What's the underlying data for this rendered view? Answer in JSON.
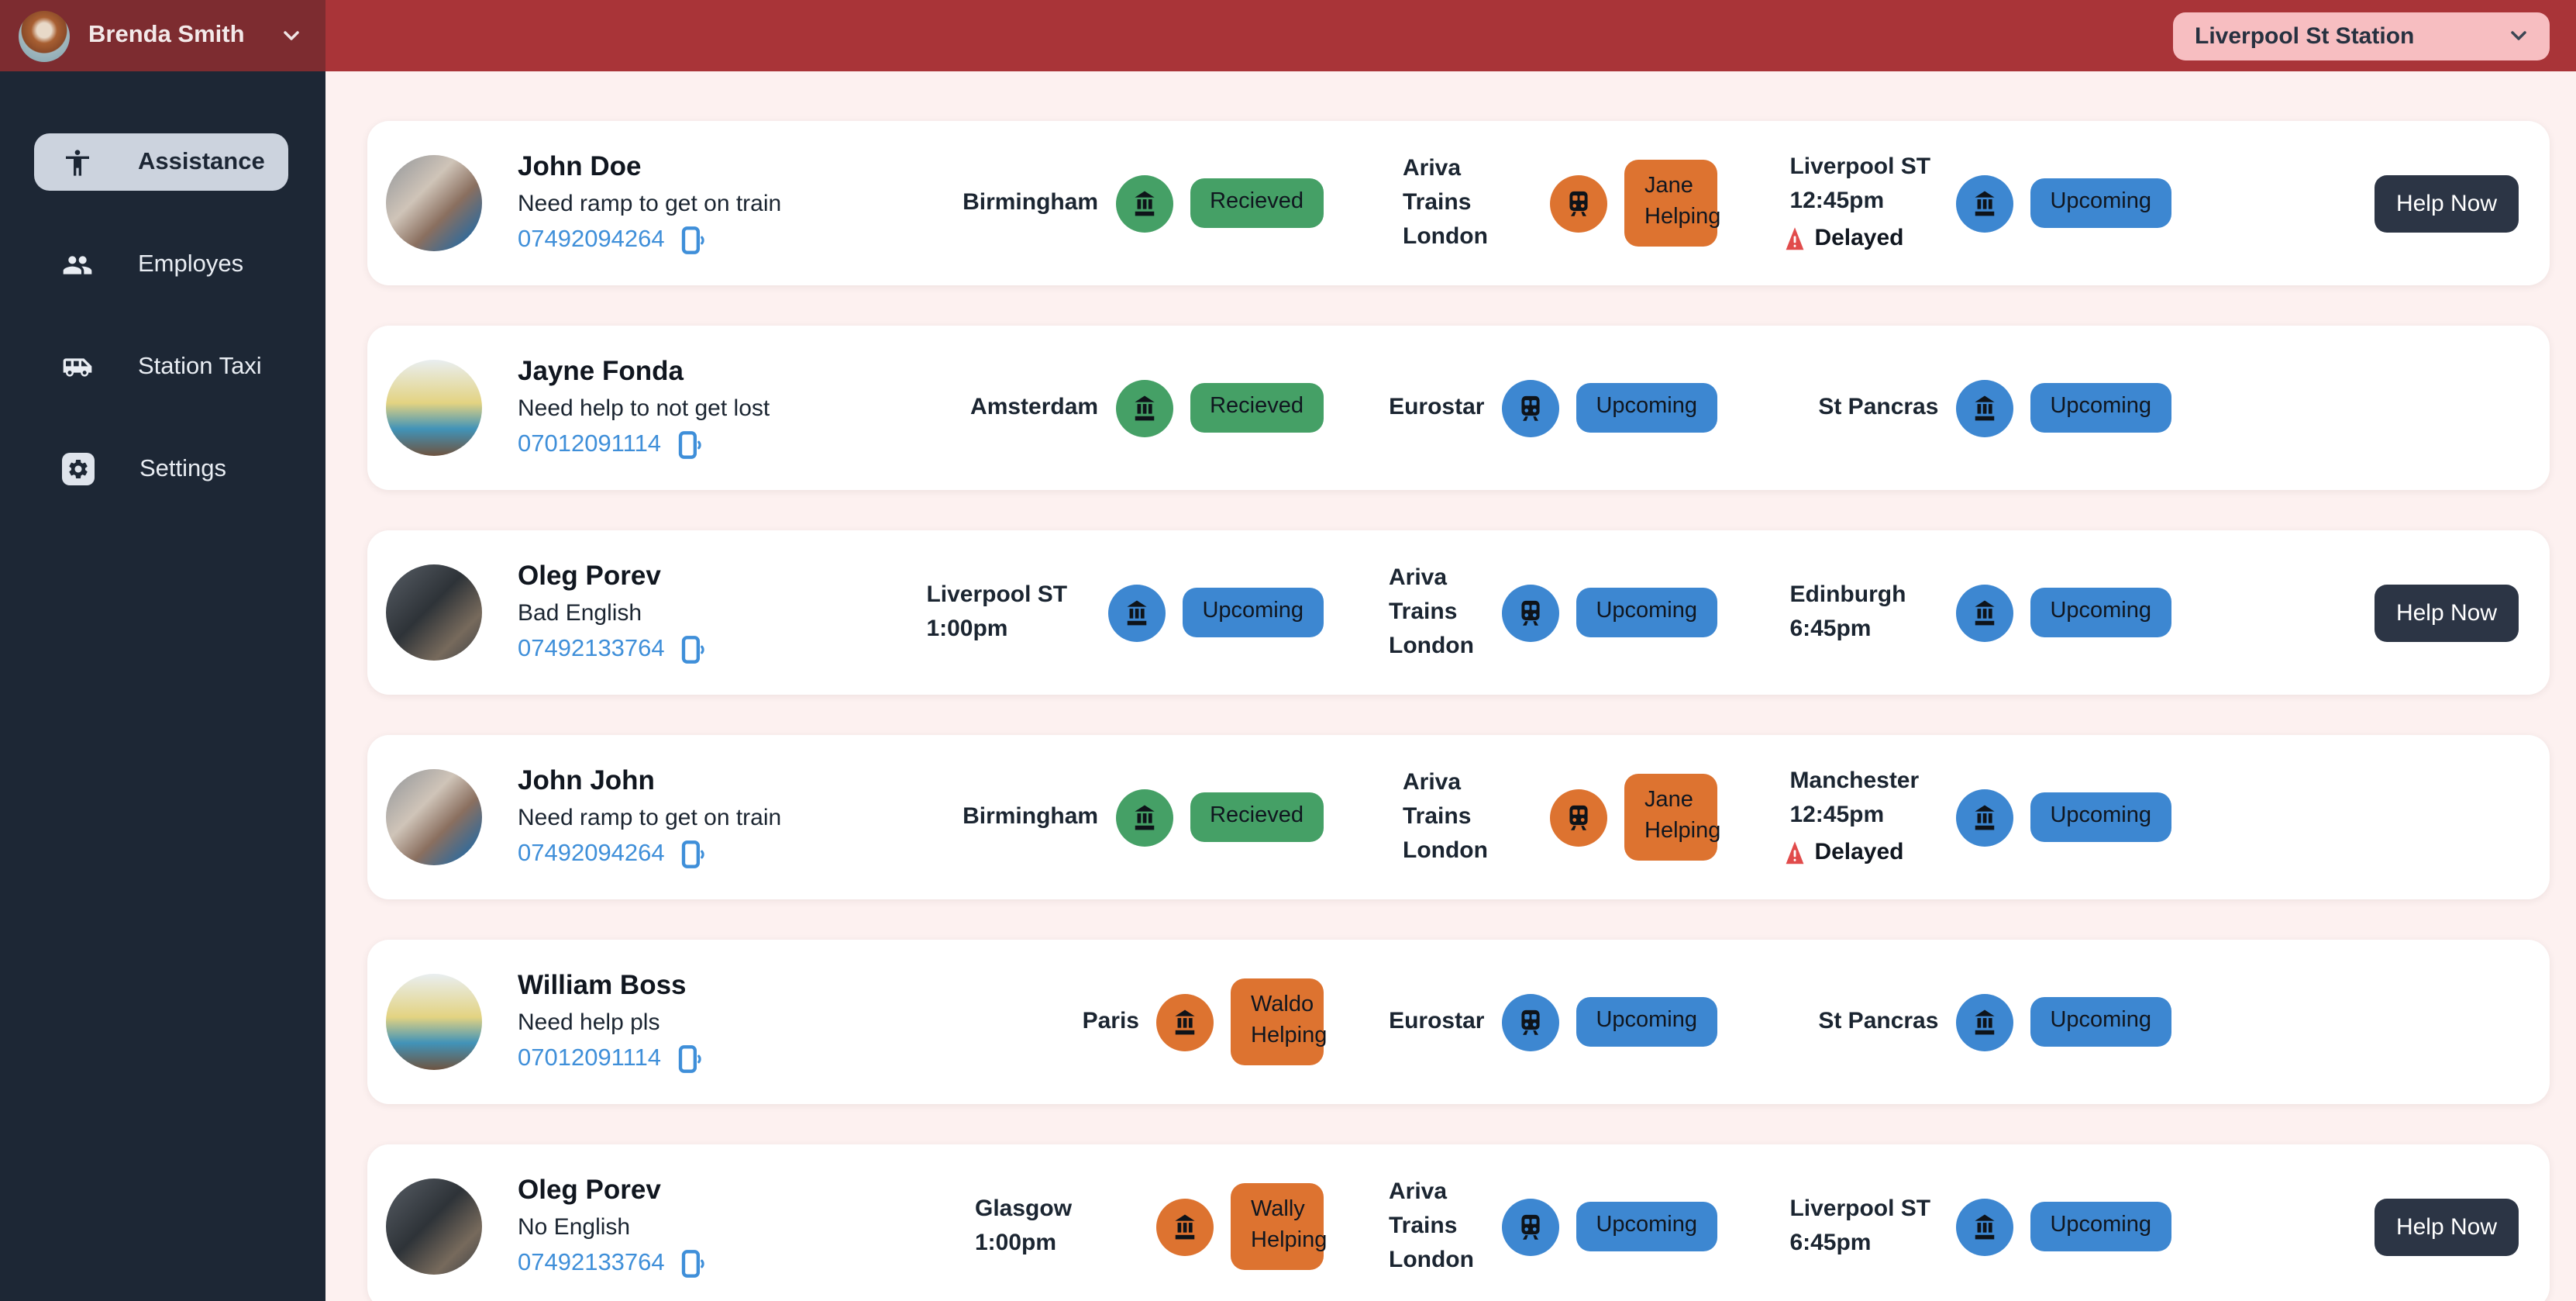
{
  "header": {
    "user_name": "Brenda Smith",
    "station_selector": "Liverpool St Station"
  },
  "sidebar": {
    "items": [
      {
        "label": "Assistance",
        "icon": "accessibility-icon",
        "active": true
      },
      {
        "label": "Employes",
        "icon": "people-icon",
        "active": false
      },
      {
        "label": "Station Taxi",
        "icon": "shuttle-icon",
        "active": false
      },
      {
        "label": "Settings",
        "icon": "settings-icon",
        "active": false
      }
    ]
  },
  "colors": {
    "topbar": "#a93438",
    "topbar_left": "#7d2c30",
    "sidebar": "#1d2735",
    "background": "#fdf1f0",
    "green": "#45a066",
    "blue": "#3d87d1",
    "orange": "#dd7330",
    "alert_red": "#e14b4b",
    "dark_navy": "#1b2531",
    "help_button": "#2c3545",
    "phone_link": "#3f8fd9",
    "station_pill": "#f7bec1"
  },
  "help_button_label": "Help Now",
  "rows": [
    {
      "name": "John Doe",
      "need": "Need ramp to get on train",
      "phone": "07492094264",
      "avatar": "elderly-man",
      "has_help": true,
      "stops": [
        {
          "label": "Birmingham",
          "icon": "station",
          "color": "green",
          "badge": "Recieved"
        },
        {
          "label": "Ariva Trains London",
          "icon": "train",
          "color": "orange",
          "badge": "Jane Helping"
        },
        {
          "label": "Liverpool ST 12:45pm",
          "delayed": "Delayed",
          "icon": "station",
          "color": "blue",
          "badge": "Upcoming"
        }
      ]
    },
    {
      "name": "Jayne Fonda",
      "need": "Need help to not get lost",
      "phone": "07012091114",
      "avatar": "woman-sea",
      "has_help": false,
      "stops": [
        {
          "label": "Amsterdam",
          "icon": "station",
          "color": "green",
          "badge": "Recieved"
        },
        {
          "label": "Eurostar",
          "icon": "train",
          "color": "blue",
          "badge": "Upcoming"
        },
        {
          "label": "St Pancras",
          "icon": "station",
          "color": "blue",
          "badge": "Upcoming"
        }
      ]
    },
    {
      "name": "Oleg Porev",
      "need": "Bad English",
      "phone": "07492133764",
      "avatar": "man-hat",
      "has_help": true,
      "stops": [
        {
          "label": "Liverpool ST 1:00pm",
          "icon": "station",
          "color": "blue",
          "badge": "Upcoming"
        },
        {
          "label": "Ariva Trains London",
          "icon": "train",
          "color": "blue",
          "badge": "Upcoming"
        },
        {
          "label": "Edinburgh 6:45pm",
          "icon": "station",
          "color": "blue",
          "badge": "Upcoming"
        }
      ]
    },
    {
      "name": "John John",
      "need": "Need ramp to get on train",
      "phone": "07492094264",
      "avatar": "elderly-man",
      "has_help": false,
      "stops": [
        {
          "label": "Birmingham",
          "icon": "station",
          "color": "green",
          "badge": "Recieved"
        },
        {
          "label": "Ariva Trains London",
          "icon": "train",
          "color": "orange",
          "badge": "Jane Helping"
        },
        {
          "label": "Manchester 12:45pm",
          "delayed": "Delayed",
          "icon": "station",
          "color": "blue",
          "badge": "Upcoming"
        }
      ]
    },
    {
      "name": "William Boss",
      "need": "Need help pls",
      "phone": "07012091114",
      "avatar": "woman-sea",
      "has_help": false,
      "stops": [
        {
          "label": "Paris",
          "icon": "station",
          "color": "orange",
          "badge": "Waldo Helping"
        },
        {
          "label": "Eurostar",
          "icon": "train",
          "color": "blue",
          "badge": "Upcoming"
        },
        {
          "label": "St Pancras",
          "icon": "station",
          "color": "blue",
          "badge": "Upcoming"
        }
      ]
    },
    {
      "name": "Oleg Porev",
      "need": "No English",
      "phone": "07492133764",
      "avatar": "man-hat",
      "has_help": true,
      "stops": [
        {
          "label": "Glasgow 1:00pm",
          "icon": "station",
          "color": "orange",
          "badge": "Wally Helping"
        },
        {
          "label": "Ariva Trains London",
          "icon": "train",
          "color": "blue",
          "badge": "Upcoming"
        },
        {
          "label": "Liverpool ST 6:45pm",
          "icon": "station",
          "color": "blue",
          "badge": "Upcoming"
        }
      ]
    }
  ]
}
